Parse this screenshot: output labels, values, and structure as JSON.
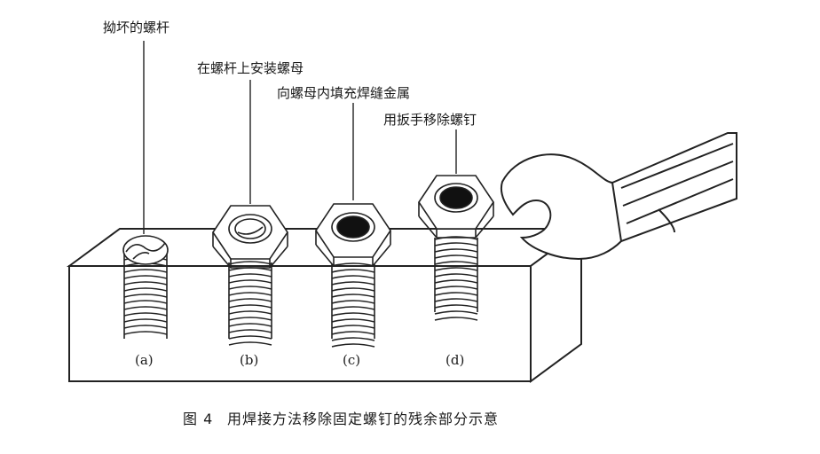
{
  "labels": {
    "a": "拗坏的螺杆",
    "b": "在螺杆上安装螺母",
    "c": "向螺母内填充焊缝金属",
    "d": "用扳手移除螺钉"
  },
  "sub_labels": {
    "a": "(a)",
    "b": "(b)",
    "c": "(c)",
    "d": "(d)"
  },
  "caption": {
    "fig_no": "图 4",
    "text": "用焊接方法移除固定螺钉的残余部分示意"
  }
}
